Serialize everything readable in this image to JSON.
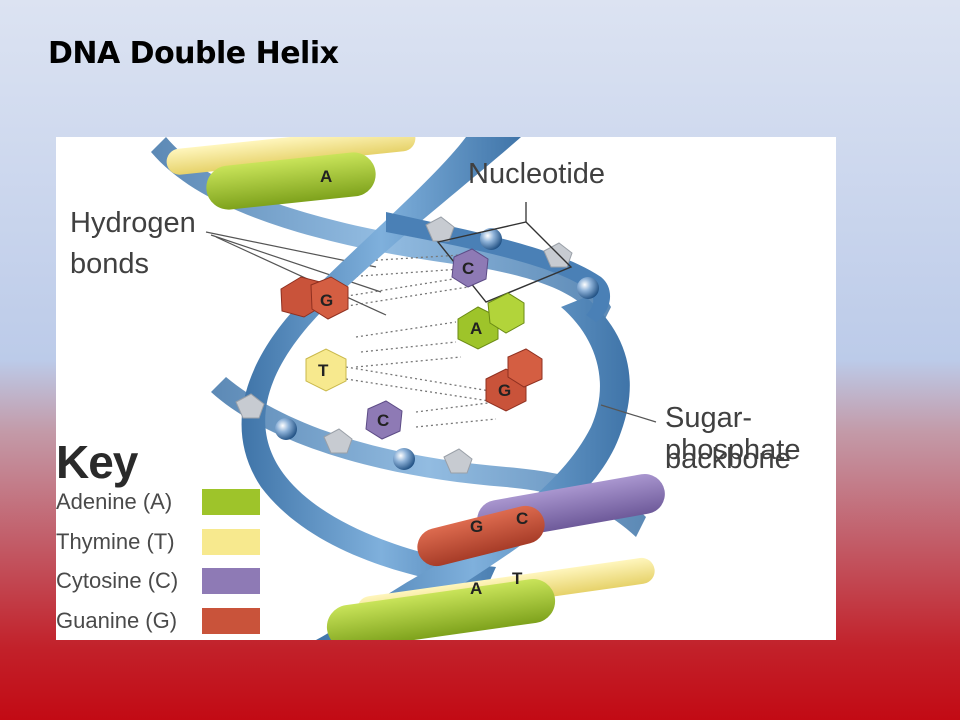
{
  "slide": {
    "title": "DNA Double Helix"
  },
  "labels": {
    "nucleotide": "Nucleotide",
    "hydrogen_bonds_line1": "Hydrogen",
    "hydrogen_bonds_line2": "bonds",
    "backbone_line1": "Sugar-phosphate",
    "backbone_line2": "backbone"
  },
  "bases": {
    "a": "A",
    "t": "T",
    "c": "C",
    "g": "G"
  },
  "key": {
    "title": "Key",
    "items": [
      {
        "label": "Adenine (A)",
        "color": "#9ec42a"
      },
      {
        "label": "Thymine (T)",
        "color": "#f7e98e"
      },
      {
        "label": "Cytosine (C)",
        "color": "#8e7ab5"
      },
      {
        "label": "Guanine (G)",
        "color": "#c9533a"
      }
    ]
  },
  "colors": {
    "backbone": "#5b93c7",
    "backbone_dark": "#3c6e9f",
    "phosphate": "#c8ccd2"
  }
}
